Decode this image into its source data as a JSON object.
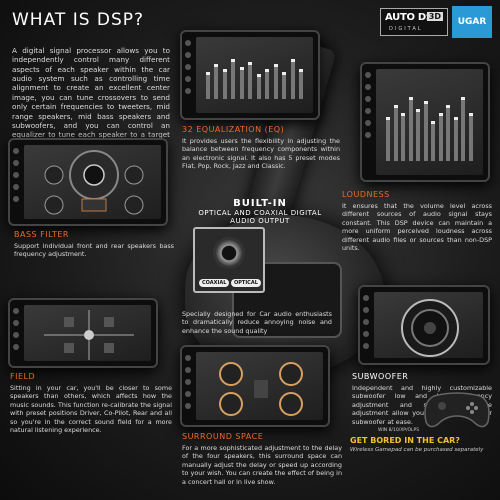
{
  "header": {
    "title": "WHAT IS DSP?",
    "brand_main": "AUTO DSP",
    "brand_badge": "3D",
    "brand_sub": "DIGITAL",
    "logo": "UGAR"
  },
  "intro": "A digital signal processor allows you to independently control many different aspects of each speaker within the car audio system such as controlling time alignment to create an excellent center image, you can tune crossovers to send only certain frequencies to tweeters, mid range speakers, mid bass speakers and subwoofers, and you can control an equalizer to tune each speaker to a target level response.",
  "sections": {
    "eq": {
      "title": "32 EQUALIZATION (EQ)",
      "body": "It provides users the flexibility in adjusting the balance between frequency components within an electronic signal. It also has 5 preset modes Flat, Pop, Rock, Jazz and Classic."
    },
    "loudness": {
      "title": "LOUDNESS",
      "body": "It ensures that the volume level across different sources of audio signal stays constant. This DSP device can maintain a more uniform perceived loudness across different audio files or sources than non-DSP units."
    },
    "bass": {
      "title": "BASS FILTER",
      "body": "Support individual front and rear speakers bass frequency adjustment."
    },
    "builtin": {
      "title": "BUILT-IN",
      "subtitle": "OPTICAL AND COAXIAL DIGITAL AUDIO OUTPUT",
      "coaxial": "COAXIAL",
      "optical": "OPTICAL",
      "body": "Specially designed for Car audio enthusiasts to dramatically reduce annoying noise and enhance the sound quality"
    },
    "subwoofer": {
      "title": "SUBWOOFER",
      "body": "Independent and highly customizable subwoofer low and high frequency adjustment and subwoofer volume adjustment allow you to manipulate your subwoofer at ease."
    },
    "field": {
      "title": "FIELD",
      "body": "Sitting in your car, you'll be closer to some speakers than others, which affects how the music sounds. This function re-calibrate the signal with preset positions Driver, Co-Pilot, Rear and all so you're in the correct sound field for a more natural listening experience."
    },
    "surround": {
      "title": "SURROUND SPACE",
      "body": "For a more sophisticated adjustment to the delay of the four speakers, this surround space can manually adjust the delay or speed up according to your wish. You can create the effect of being in a concert hall or in live show."
    }
  },
  "promo": {
    "win": "WIN 8/10/XP/OLPS",
    "headline": "GET BORED IN THE CAR?",
    "note": "Wireless Gamepad can be purchased separately"
  },
  "eq_levels": [
    0.55,
    0.7,
    0.6,
    0.8,
    0.65,
    0.75,
    0.5,
    0.6,
    0.7,
    0.55,
    0.8,
    0.6
  ],
  "colors": {
    "accent": "#e86a2a",
    "promo": "#f2c12e",
    "logo_bg": "#2a9ad6"
  }
}
